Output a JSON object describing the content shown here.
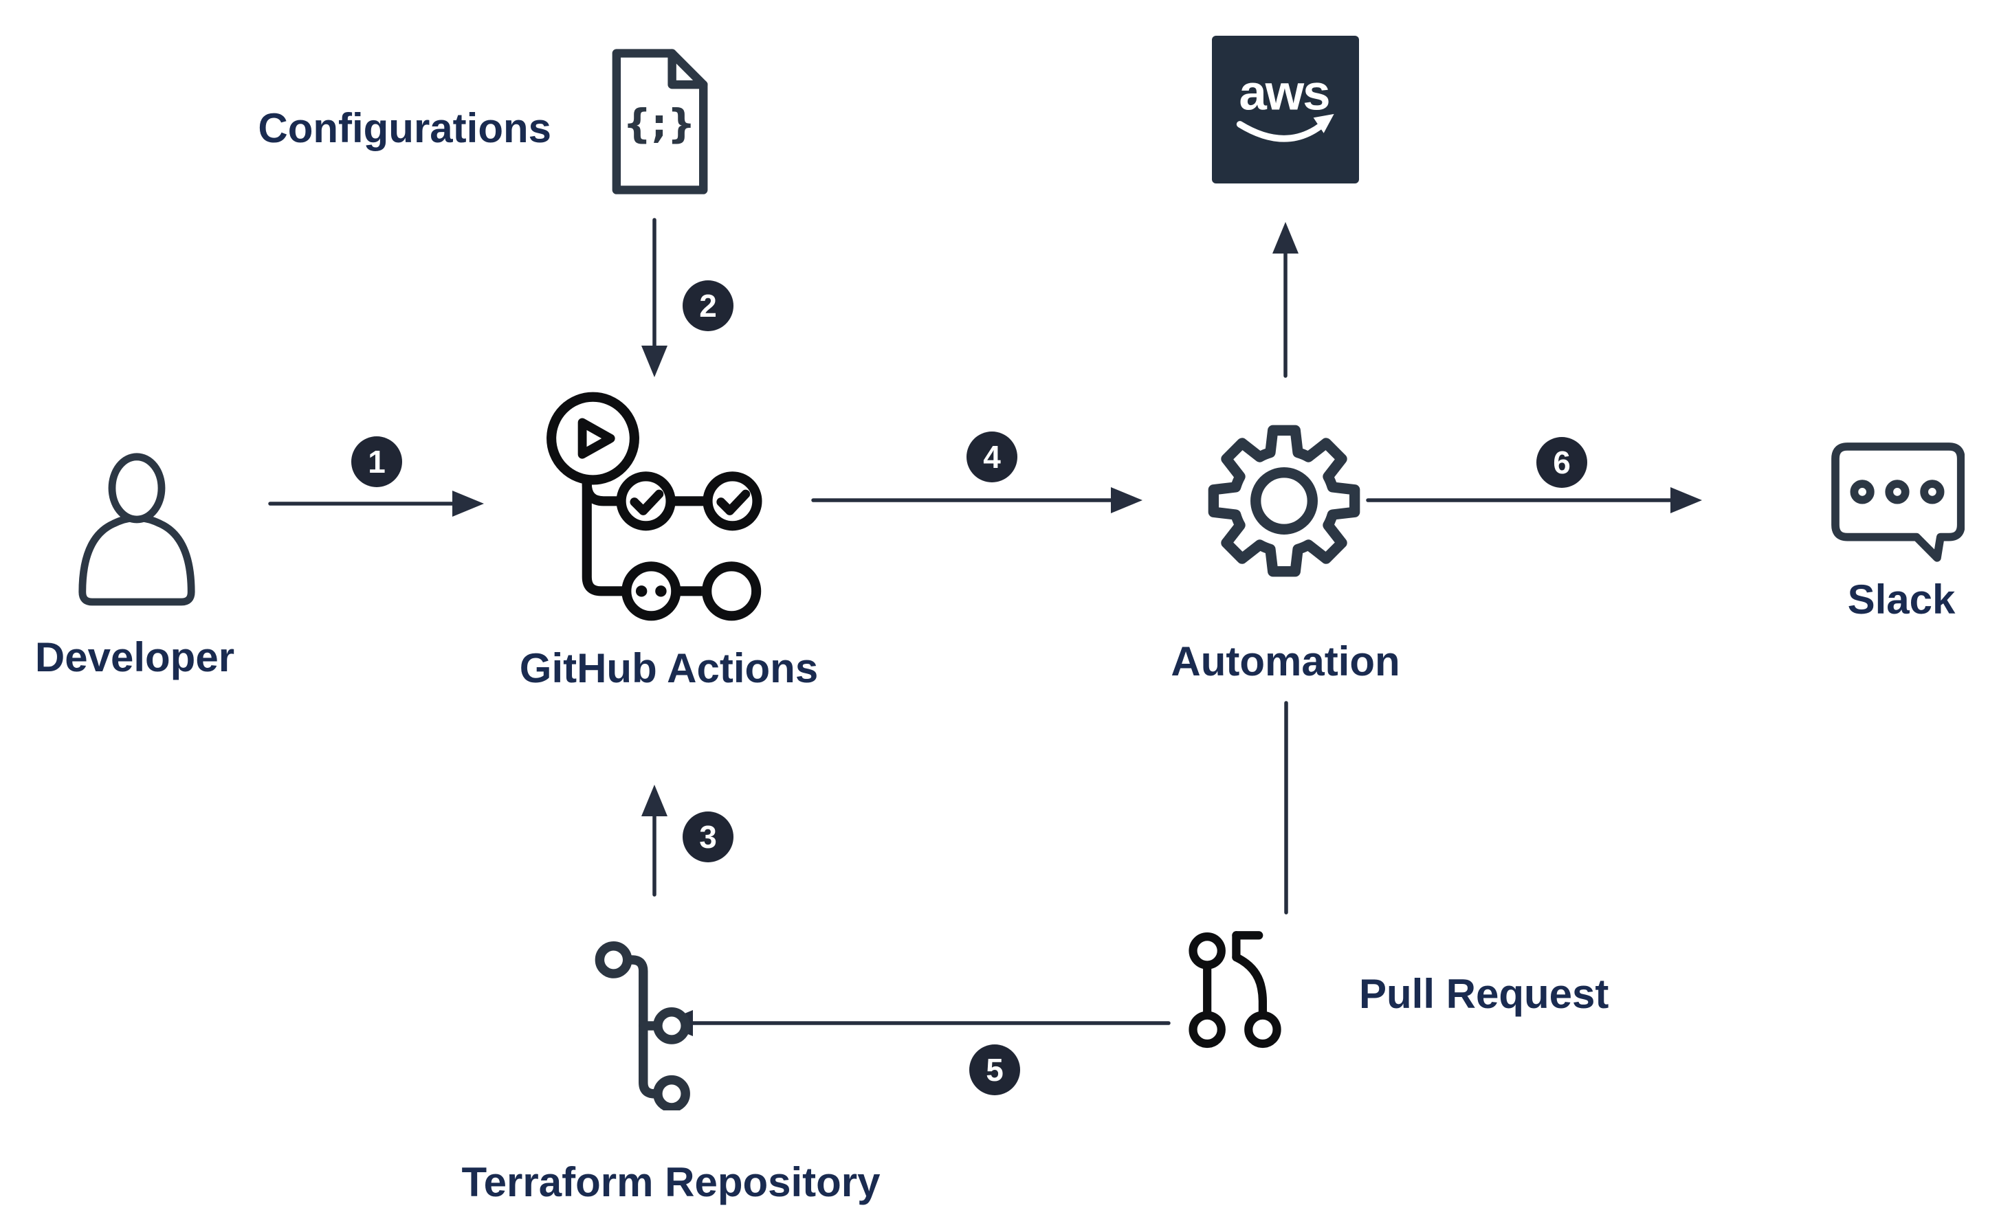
{
  "diagram_type": "workflow",
  "nodes": {
    "developer": {
      "label": "Developer"
    },
    "configurations": {
      "label": "Configurations",
      "file_glyph": "{;}"
    },
    "github_actions": {
      "label": "GitHub Actions"
    },
    "automation": {
      "label": "Automation"
    },
    "aws": {
      "label": "aws"
    },
    "slack": {
      "label": "Slack"
    },
    "terraform_repository": {
      "label": "Terraform Repository"
    },
    "pull_request": {
      "label": "Pull Request"
    }
  },
  "edges": [
    {
      "step": "1",
      "from": "developer",
      "to": "github_actions"
    },
    {
      "step": "2",
      "from": "configurations",
      "to": "github_actions"
    },
    {
      "step": "3",
      "from": "terraform_repository",
      "to": "github_actions"
    },
    {
      "step": "4",
      "from": "github_actions",
      "to": "automation"
    },
    {
      "step": "5",
      "from": "pull_request",
      "to": "terraform_repository"
    },
    {
      "step": "6",
      "from": "automation",
      "to": "slack"
    },
    {
      "step": "",
      "from": "automation",
      "to": "aws"
    },
    {
      "step": "",
      "from": "automation",
      "to": "pull_request"
    }
  ],
  "colors": {
    "background": "#ffffff",
    "label_text": "#1a2b50",
    "badge_bg": "#202634",
    "badge_text": "#ffffff",
    "line": "#262e3e",
    "icon_black": "#0d0e10",
    "icon_slate": "#2c3744",
    "aws_box_bg": "#232f3e",
    "aws_logo_fg": "#ffffff"
  }
}
